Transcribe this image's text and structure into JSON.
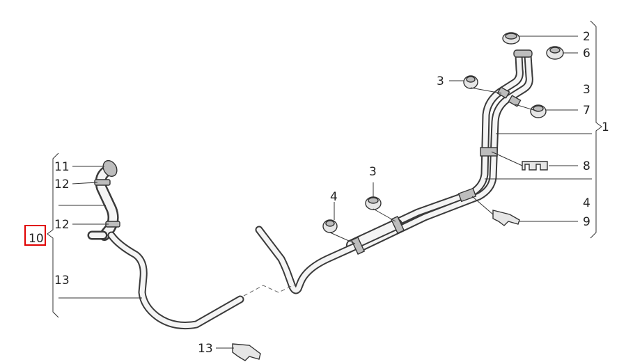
{
  "labels": {
    "l2": "2",
    "l6": "6",
    "l3a": "3",
    "l3b": "3",
    "l7": "7",
    "l1": "1",
    "l8": "8",
    "l3c": "3",
    "l4a": "4",
    "l4b": "4",
    "l9": "9",
    "l11": "11",
    "l12a": "12",
    "l12b": "12",
    "l10": "10",
    "l13a": "13",
    "l13b": "13"
  },
  "highlight": {
    "label": "10",
    "color": "#e00000"
  }
}
